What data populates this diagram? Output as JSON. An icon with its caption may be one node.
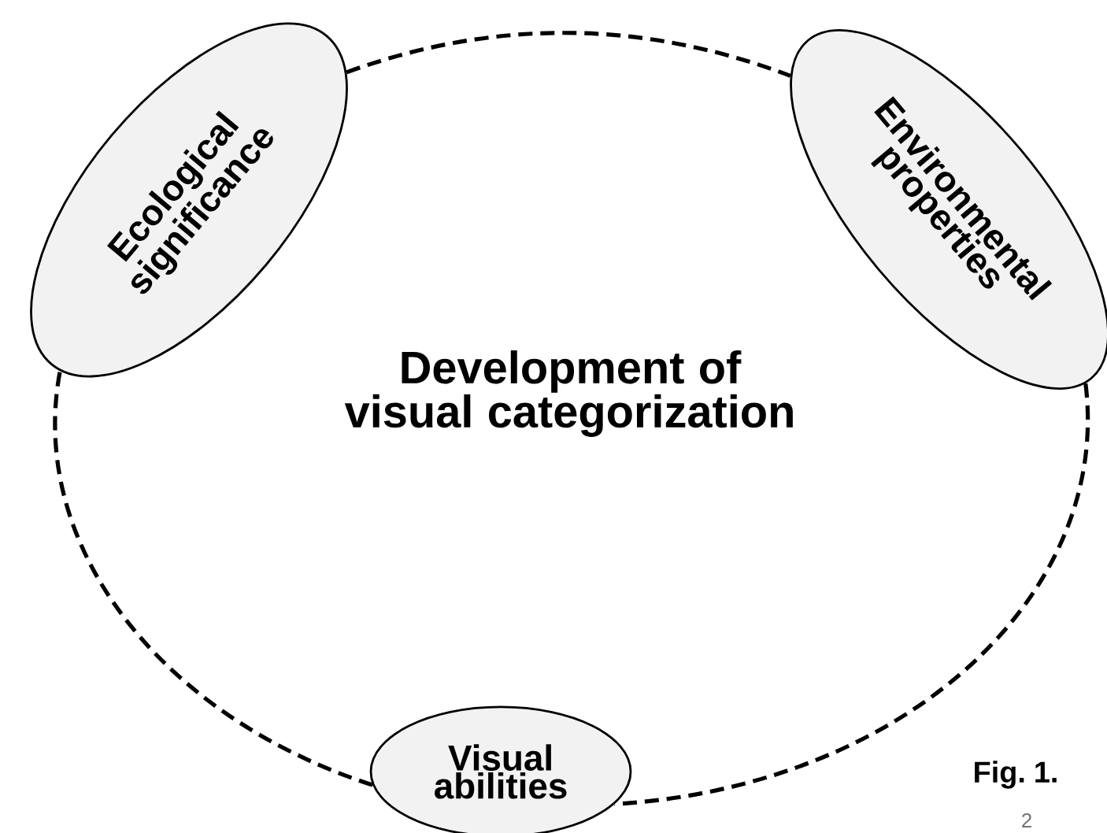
{
  "diagram": {
    "nodes": [
      {
        "text": [
          "Ecological significance"
        ]
      },
      {
        "text": [
          "Environmental properties"
        ]
      },
      {
        "text": [
          "Visual abilities"
        ]
      }
    ],
    "edges": [
      {
        "from": 0,
        "to": 1,
        "arrow": "none",
        "style": "dashed"
      },
      {
        "from": 1,
        "to": 2,
        "arrow": "none",
        "style": "dashed"
      },
      {
        "from": 2,
        "to": 0,
        "arrow": "none",
        "style": "dashed"
      }
    ],
    "labels": [
      "Development of visual categorization",
      "Fig. 1.",
      "2"
    ]
  }
}
